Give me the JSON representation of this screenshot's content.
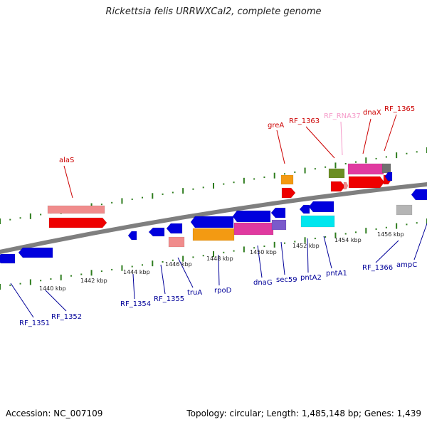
{
  "title": "Rickettsia felis URRWXCal2, complete genome",
  "footer": {
    "accession": "Accession: NC_007109",
    "summary": "Topology: circular; Length: 1,485,148 bp; Genes: 1,439"
  },
  "ticks": [
    "1440 kbp",
    "1442 kbp",
    "1444 kbp",
    "1446 kbp",
    "1448 kbp",
    "1450 kbp",
    "1452 kbp",
    "1454 kbp",
    "1456 kbp"
  ],
  "gene_labels": {
    "alaS": "alaS",
    "greA": "greA",
    "RF_1363": "RF_1363",
    "RF_RNA37": "RF_RNA37",
    "dnaX": "dnaX",
    "RF_1365": "RF_1365",
    "RF_1351": "RF_1351",
    "RF_1352": "RF_1352",
    "RF_1354": "RF_1354",
    "RF_1355": "RF_1355",
    "truA": "truA",
    "rpoD": "rpoD",
    "dnaG": "dnaG",
    "sec59": "sec59",
    "pntA2": "pntA2",
    "pntA1": "pntA1",
    "RF_1366": "RF_1366",
    "ampC": "ampC"
  },
  "colors": {
    "backbone": "#8a8a8a",
    "tick": "#2e7d1e",
    "blue": "#0000dd",
    "red": "#ee0000",
    "salmon": "#f08c8c",
    "orange": "#f39a12",
    "magenta": "#e03aa0",
    "purple": "#7a5acb",
    "cyan": "#00e6ee",
    "olive": "#6b8e23",
    "grey": "#b5b5b5",
    "darkgrey": "#707070"
  }
}
